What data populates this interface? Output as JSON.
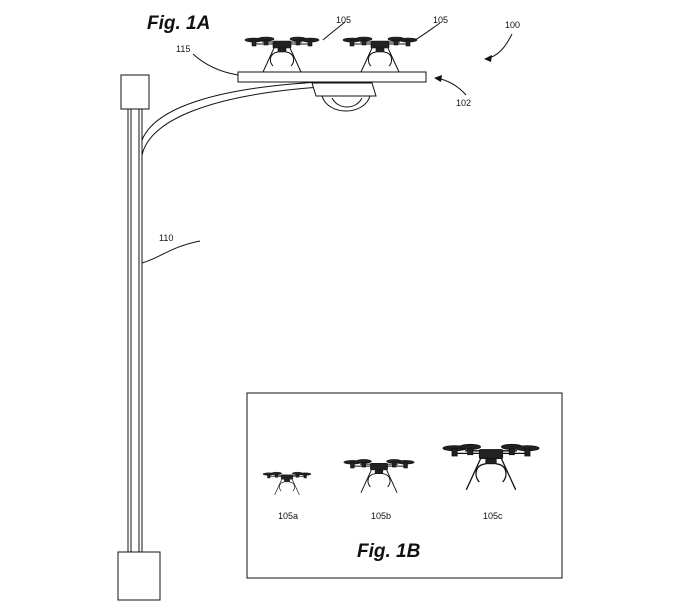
{
  "fig_1a": {
    "title": "Fig. 1A",
    "labels": {
      "system": "100",
      "pole": "110",
      "platform": "115",
      "platform_arrow": "102",
      "drone_left": "105",
      "drone_right": "105"
    }
  },
  "fig_1b": {
    "title": "Fig. 1B",
    "drones": [
      {
        "label": "105a"
      },
      {
        "label": "105b"
      },
      {
        "label": "105c"
      }
    ]
  }
}
